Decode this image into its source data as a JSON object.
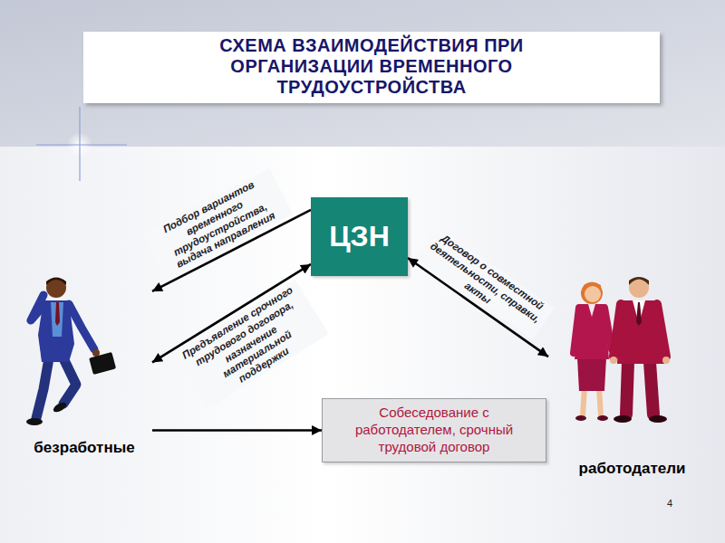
{
  "diagram": {
    "title": "СХЕМА ВЗАИМОДЕЙСТВИЯ ПРИ ОРГАНИЗАЦИИ ВРЕМЕННОГО ТРУДОУСТРОЙСТВА",
    "nodes": [
      {
        "text": [
          "ЦЗН"
        ]
      },
      {
        "text": [
          "безработные"
        ]
      },
      {
        "text": [
          "Собеседование с работодателем, срочный трудовой договор"
        ]
      },
      {
        "text": [
          "работодатели"
        ]
      }
    ],
    "edges": [
      {
        "from": 0,
        "to": 1,
        "label": "Подбор вариантов временного трудоустройства, выдача направления",
        "arrow": "to"
      },
      {
        "from": 1,
        "to": 0,
        "label": "Предъявление срочного трудового договора, назначение материальной поддержки",
        "arrow": "both"
      },
      {
        "from": 0,
        "to": 3,
        "label": "Договор о совместной деятельности, справки, акты",
        "arrow": "both"
      },
      {
        "from": 1,
        "to": 2,
        "arrow": "to"
      }
    ],
    "labels": [
      "4"
    ]
  }
}
